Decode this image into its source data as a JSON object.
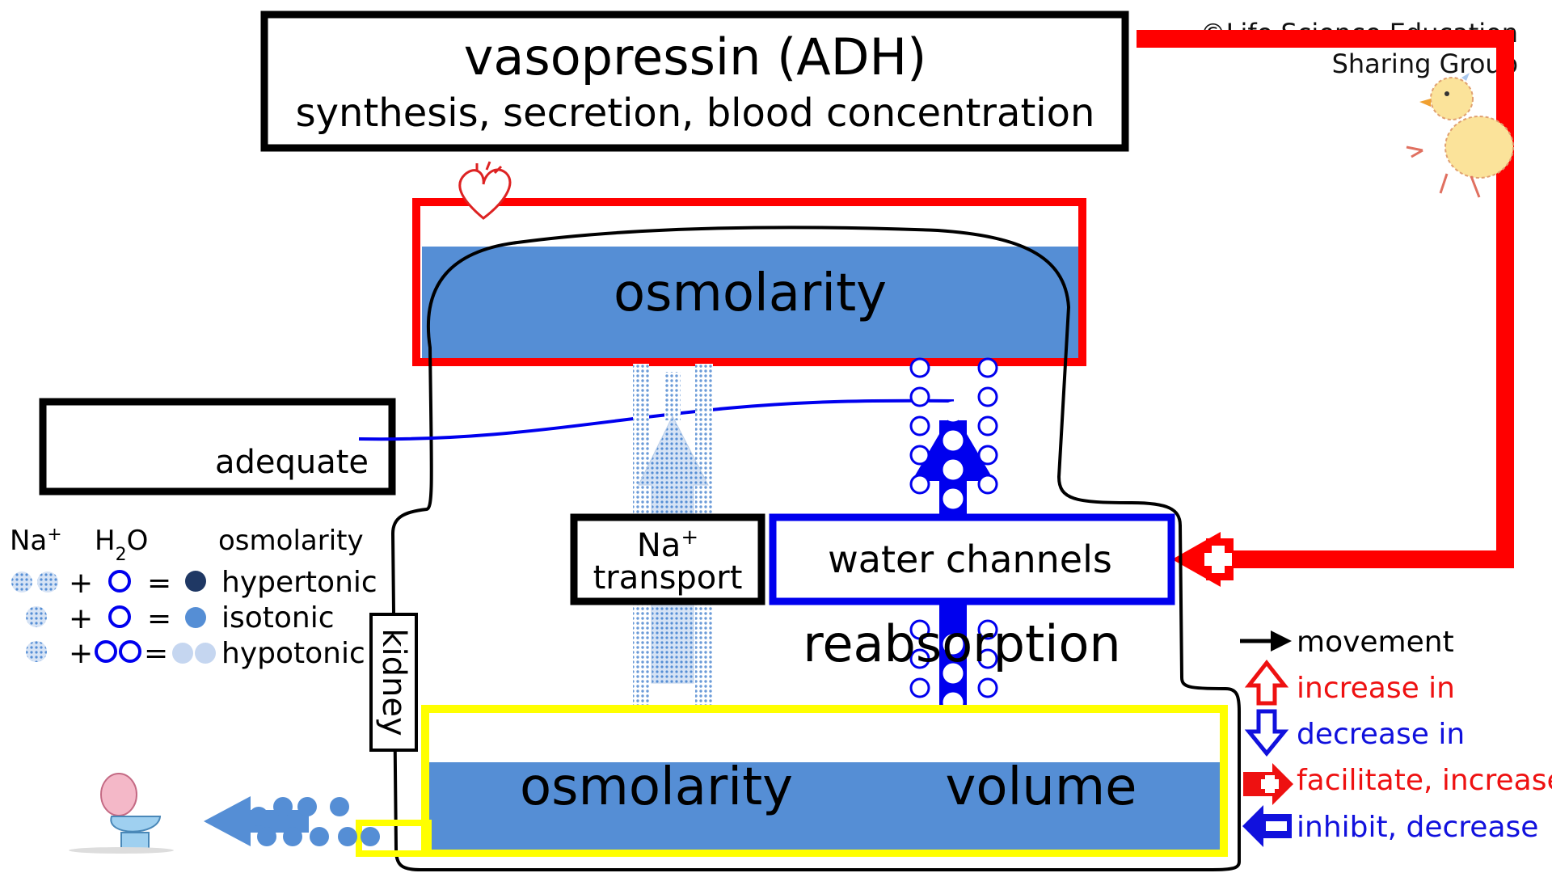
{
  "credit": {
    "line1": "©Life Science Education",
    "line2": "Sharing Group"
  },
  "top_box": {
    "title": "vasopressin (ADH)",
    "subtitle": "synthesis, secretion, blood concentration"
  },
  "blood": {
    "label": "osmolarity"
  },
  "left_box": {
    "label": "adequate"
  },
  "transport_box": {
    "line1": "Na",
    "line1_sup": "+",
    "line2": "transport"
  },
  "channels_box": {
    "label": "water channels"
  },
  "reabsorption_label": "reabsorption",
  "kidney_label": "kidney",
  "urine": {
    "label_left": "osmolarity",
    "label_right": "volume"
  },
  "key": {
    "col_na": "Na",
    "col_na_sup": "+",
    "col_h2o_a": "H",
    "col_h2o_sub": "2",
    "col_h2o_b": "O",
    "col_osm": "osmolarity",
    "plus": "+",
    "equals": "=",
    "rows": [
      "hypertonic",
      "isotonic",
      "hypotonic"
    ]
  },
  "legend": {
    "items": [
      {
        "label": "movement",
        "color": "#000000"
      },
      {
        "label": "increase in",
        "color": "#ee1111"
      },
      {
        "label": "decrease in",
        "color": "#1111dd"
      },
      {
        "label": "facilitate, increase",
        "color": "#ee1111"
      },
      {
        "label": "inhibit, decrease",
        "color": "#1111dd"
      }
    ]
  },
  "colors": {
    "red": "#ff0000",
    "blue": "#0000ee",
    "fill_blue": "#558ed5",
    "yellow": "#ffff00",
    "black": "#000000"
  },
  "icons": [
    "heart-icon",
    "chick-icon",
    "toilet-icon"
  ]
}
